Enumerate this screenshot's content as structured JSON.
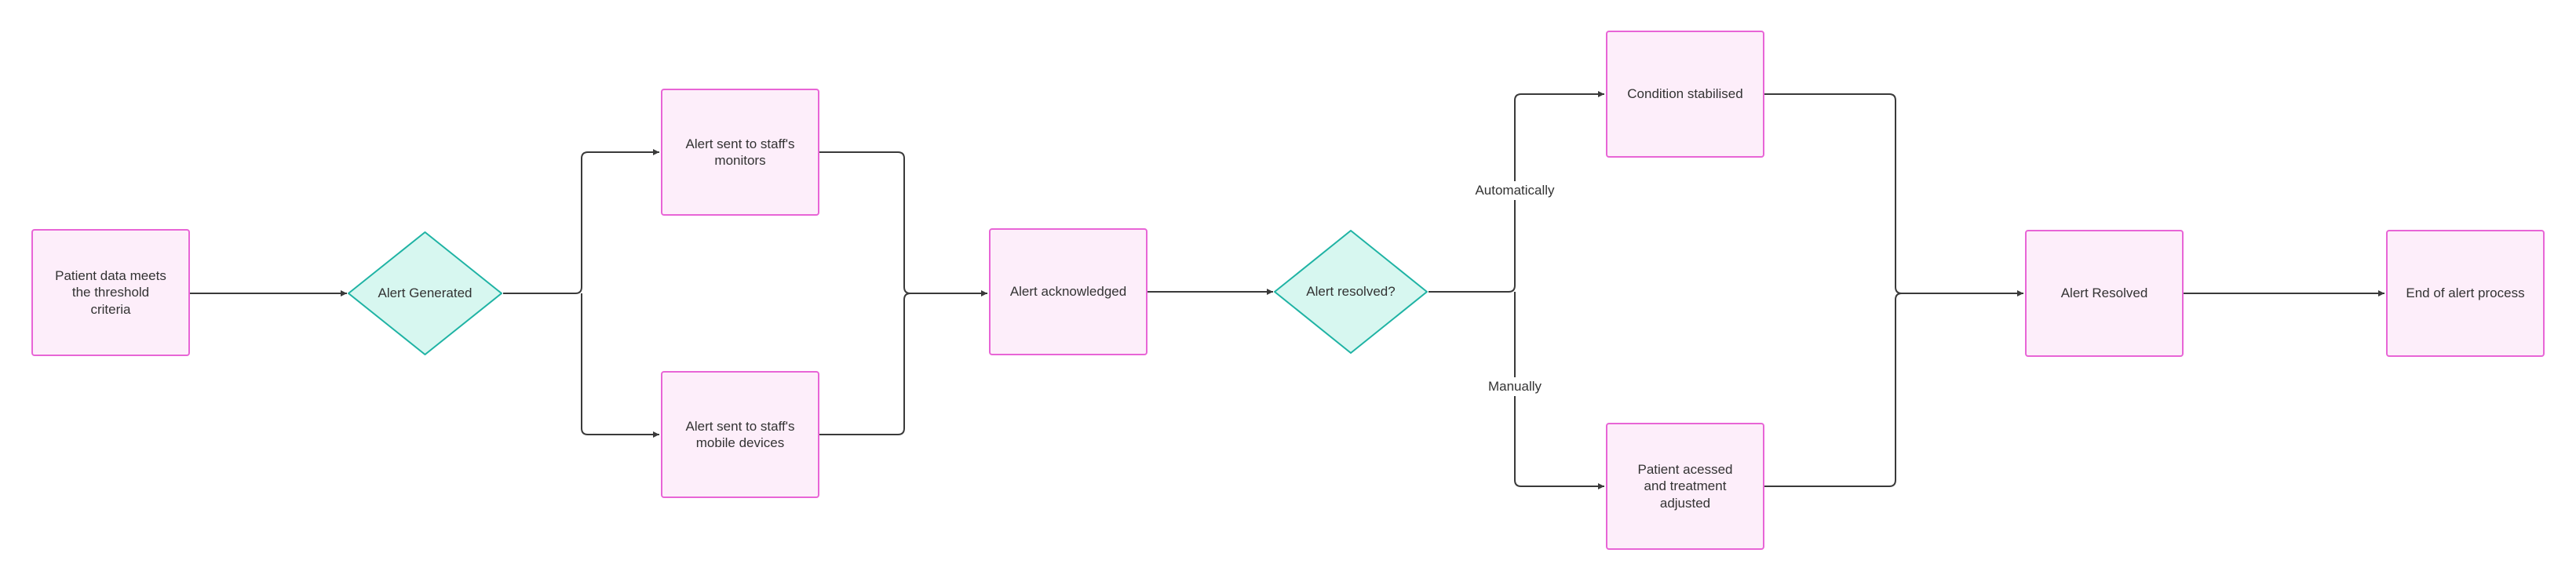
{
  "diagram": {
    "colors": {
      "process_fill": "#fdeefa",
      "process_border": "#e865d6",
      "decision_fill": "#d7f7f0",
      "decision_border": "#1fb3a4",
      "connector": "#3a3a3a"
    },
    "nodes": {
      "patient_data": "Patient data meets the threshold criteria",
      "alert_generated": "Alert Generated",
      "sent_monitors": "Alert sent to staff's monitors",
      "sent_mobile": "Alert sent to staff's mobile devices",
      "acknowledged": "Alert acknowledged",
      "resolved_q": "Alert resolved?",
      "stabilised": "Condition stabilised",
      "assessed": "Patient acessed and treatment adjusted",
      "resolved": "Alert Resolved",
      "end": "End of alert process"
    },
    "edge_labels": {
      "automatically": "Automatically",
      "manually": "Manually"
    }
  }
}
